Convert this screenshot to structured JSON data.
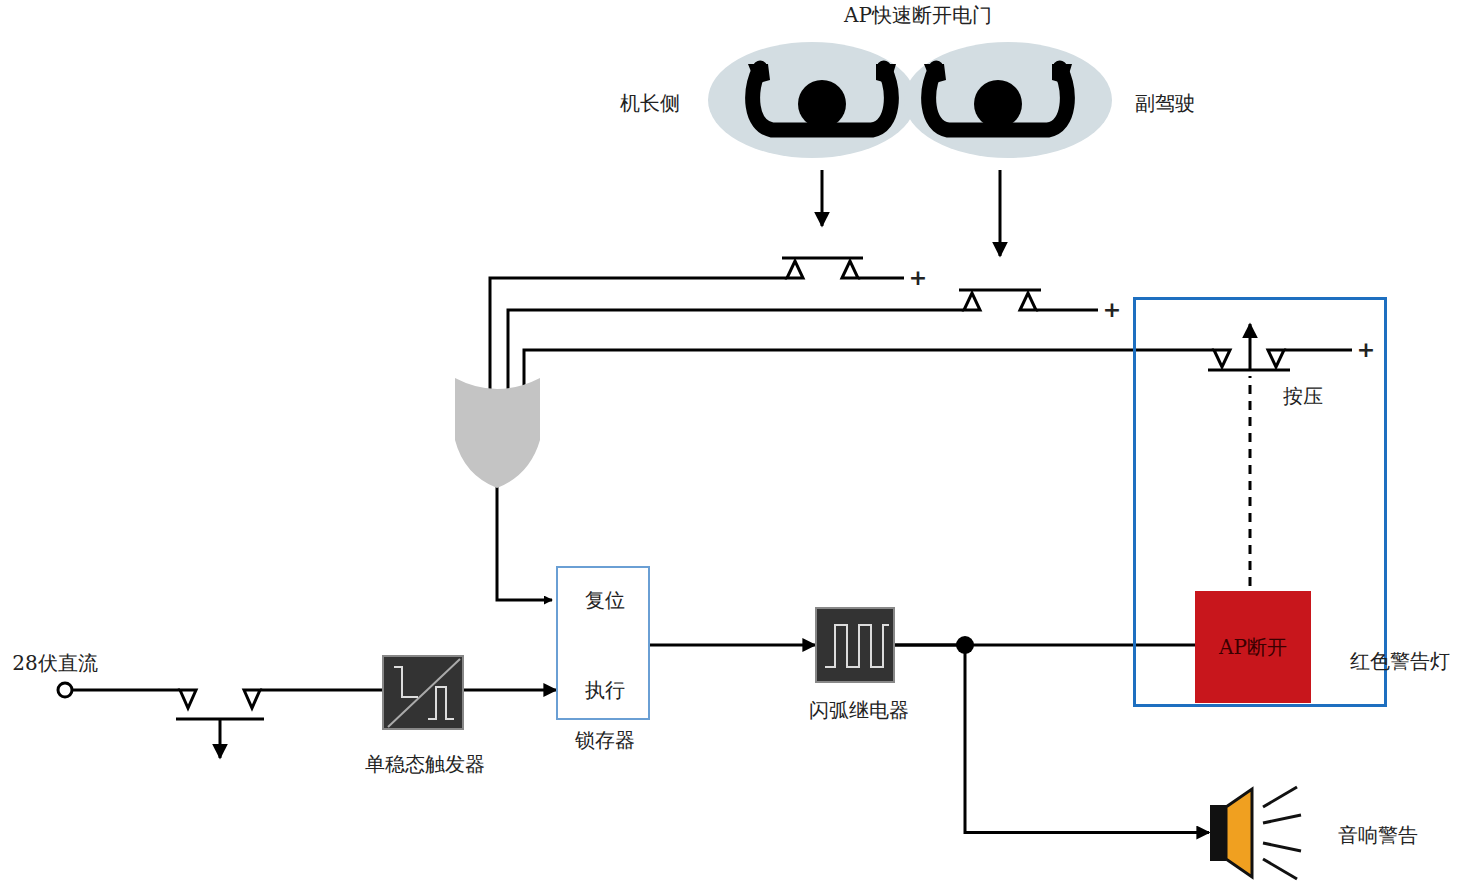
{
  "diagram": {
    "title": "AP快速断开电门",
    "nodes": [
      {
        "text": [
          "单稳态触发器"
        ]
      },
      {
        "text": [
          "复位",
          "执行",
          "锁存器"
        ]
      },
      {
        "text": [
          "闪弧继电器"
        ]
      },
      {
        "text": [
          "按压",
          "红色警告灯"
        ]
      },
      {
        "text": [
          "AP断开"
        ],
        "in": 3
      },
      {
        "text": [
          "音响警告"
        ]
      }
    ],
    "edges": [
      {
        "from": 0,
        "to": 1,
        "arrow": "to"
      },
      {
        "from": 1,
        "to": 2,
        "arrow": "to"
      },
      {
        "from": 2,
        "to": 4,
        "arrow": "none"
      },
      {
        "from": 2,
        "to": 5,
        "arrow": "to"
      }
    ],
    "labels": [
      "机长侧",
      "副驾驶",
      "+",
      "+",
      "+",
      "28伏直流"
    ]
  }
}
